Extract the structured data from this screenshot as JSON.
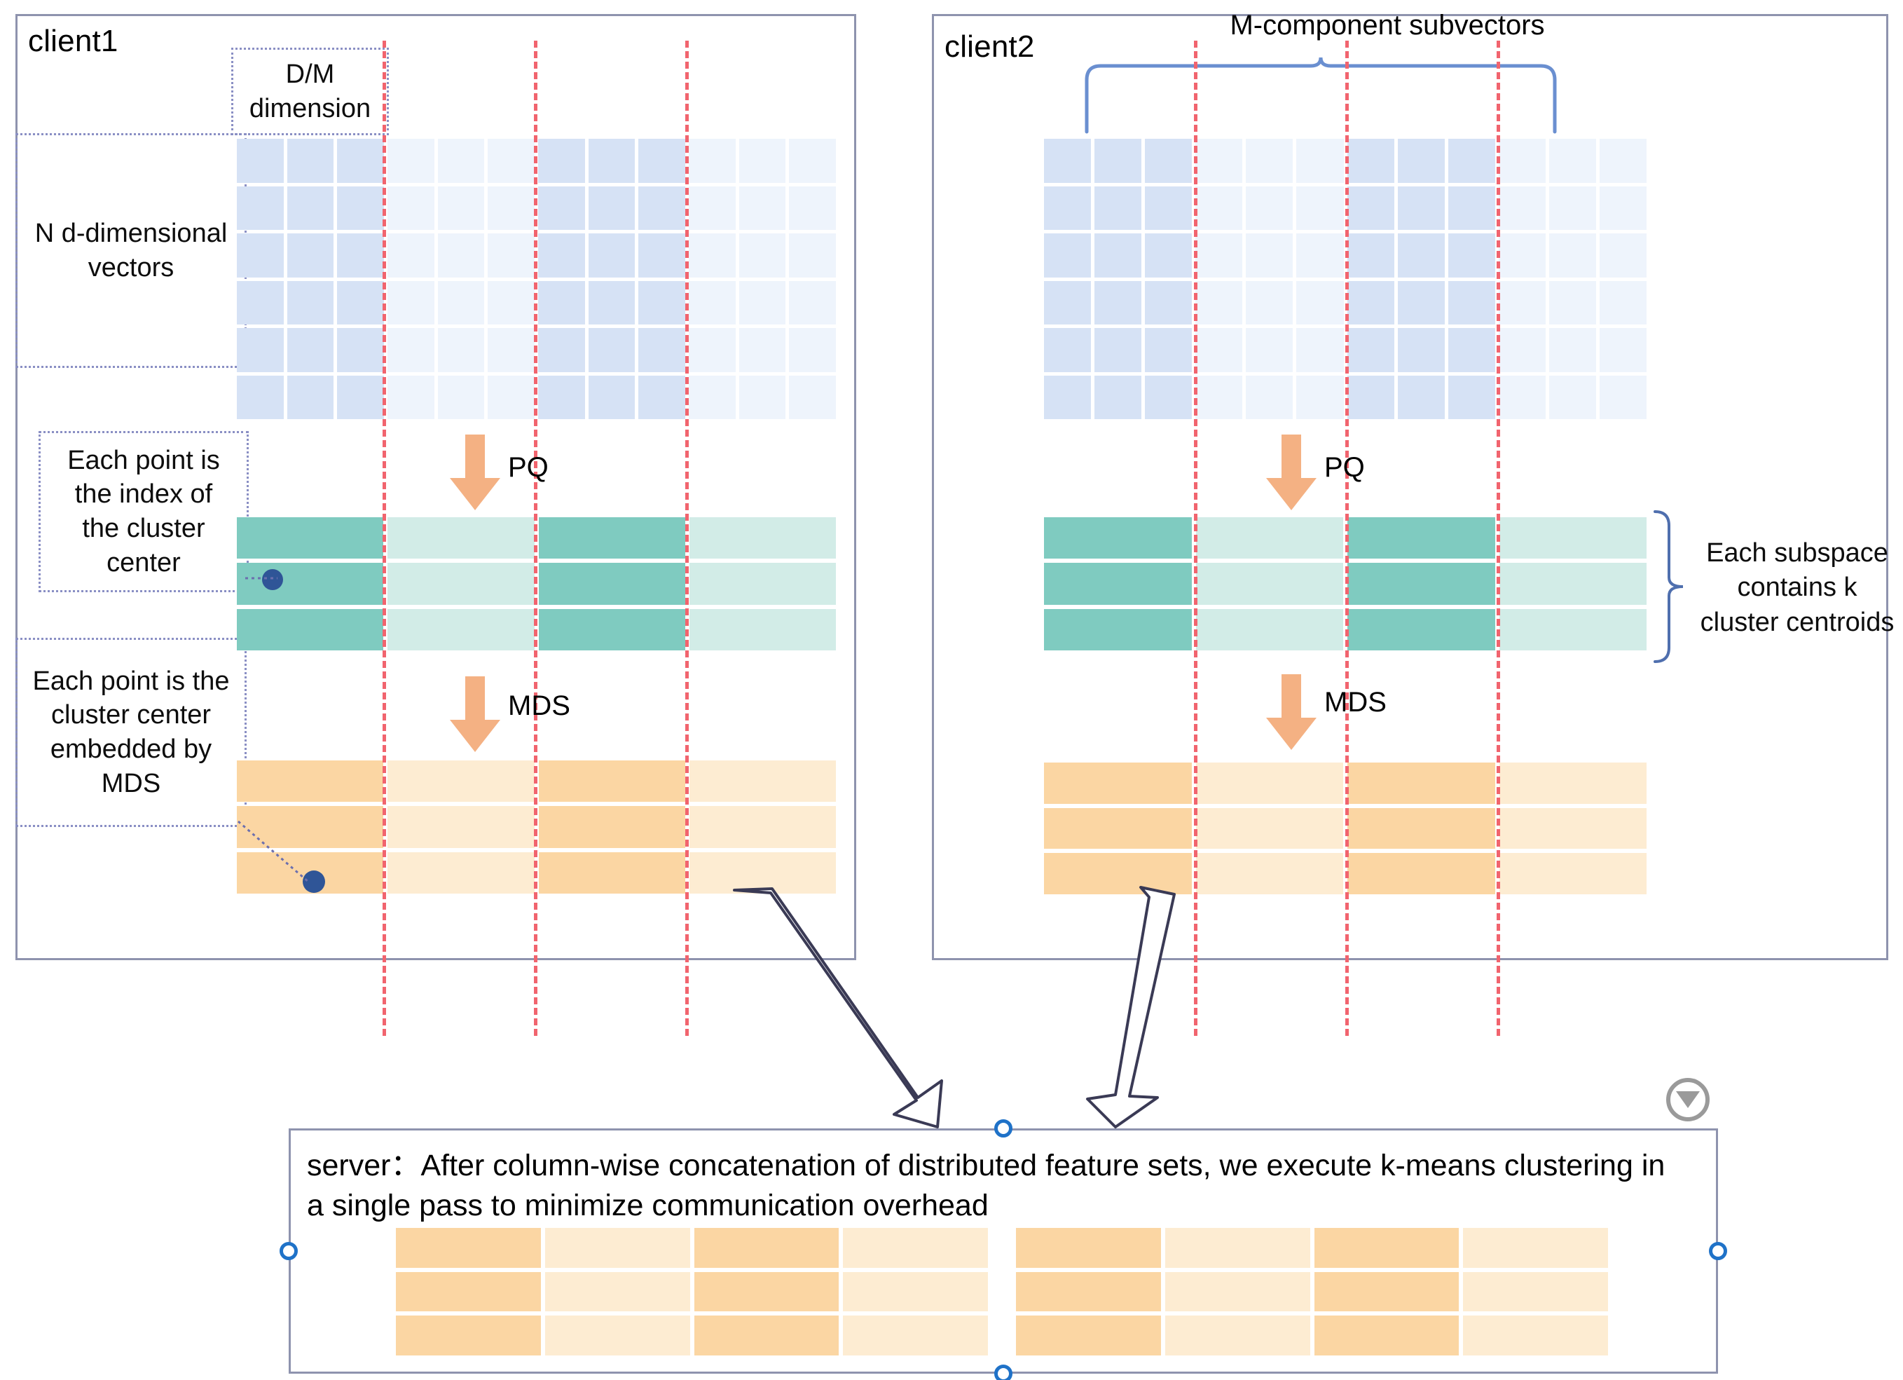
{
  "colors": {
    "panel_border": "#8e93ae",
    "dash_red": "#f1646e",
    "dotted_purple": "#8a8fc4",
    "blue_dark": "#d6e2f5",
    "blue_light": "#eef4fc",
    "teal_dark": "#7fcbc0",
    "teal_light": "#d2ece7",
    "orange_dark": "#fbd6a3",
    "orange_light": "#fdecd2",
    "arrow_orange": "#f4b183",
    "dot_blue": "#2f5597",
    "handle_blue": "#1f72c8",
    "rotate_gray": "#9a9a9a"
  },
  "client1": {
    "title": "client1",
    "annotations": {
      "dm_dimension": "D/M\ndimension",
      "n_vectors": "N d-dimensional\nvectors",
      "cluster_index": "Each point is\nthe index of\nthe cluster\ncenter",
      "mds_embed": "Each point is the\ncluster center\nembedded by\nMDS"
    },
    "operations": [
      {
        "label": "PQ",
        "icon": "down-arrow-icon"
      },
      {
        "label": "MDS",
        "icon": "down-arrow-icon"
      }
    ],
    "vector_grid": {
      "rows": 6,
      "cols": 12,
      "groups": 4,
      "shades": [
        "dark",
        "light",
        "dark",
        "light"
      ]
    },
    "centroid_grid": {
      "rows": 3,
      "cols": 4,
      "shades": [
        "dark",
        "light",
        "dark",
        "light"
      ]
    },
    "mds_grid": {
      "rows": 3,
      "cols": 4,
      "shades": [
        "dark",
        "light",
        "dark",
        "light"
      ]
    }
  },
  "client2": {
    "title": "client2",
    "brace_label": "M-component subvectors",
    "side_label": "Each subspace\ncontains k\ncluster centroids",
    "operations": [
      {
        "label": "PQ",
        "icon": "down-arrow-icon"
      },
      {
        "label": "MDS",
        "icon": "down-arrow-icon"
      }
    ],
    "vector_grid": {
      "rows": 6,
      "cols": 12,
      "groups": 4,
      "shades": [
        "dark",
        "light",
        "dark",
        "light"
      ]
    },
    "centroid_grid": {
      "rows": 3,
      "cols": 4,
      "shades": [
        "dark",
        "light",
        "dark",
        "light"
      ]
    },
    "mds_grid": {
      "rows": 3,
      "cols": 4,
      "shades": [
        "dark",
        "light",
        "dark",
        "light"
      ]
    }
  },
  "server": {
    "text": "server：After column-wise concatenation of distributed feature sets, we execute k-means clustering in a single pass to minimize communication overhead",
    "grid": {
      "rows": 3,
      "cols": 8,
      "shades": [
        "dark",
        "light",
        "dark",
        "light",
        "dark",
        "light",
        "dark",
        "light"
      ],
      "split_after_col": 4
    },
    "rotate_icon": "rotate-handle-icon",
    "handles": [
      "top-center-handle",
      "left-middle-handle",
      "right-middle-handle",
      "bottom-center-handle"
    ]
  },
  "connectors": {
    "client1_to_server": "arrow-client1-to-server",
    "client2_to_server": "arrow-client2-to-server"
  }
}
